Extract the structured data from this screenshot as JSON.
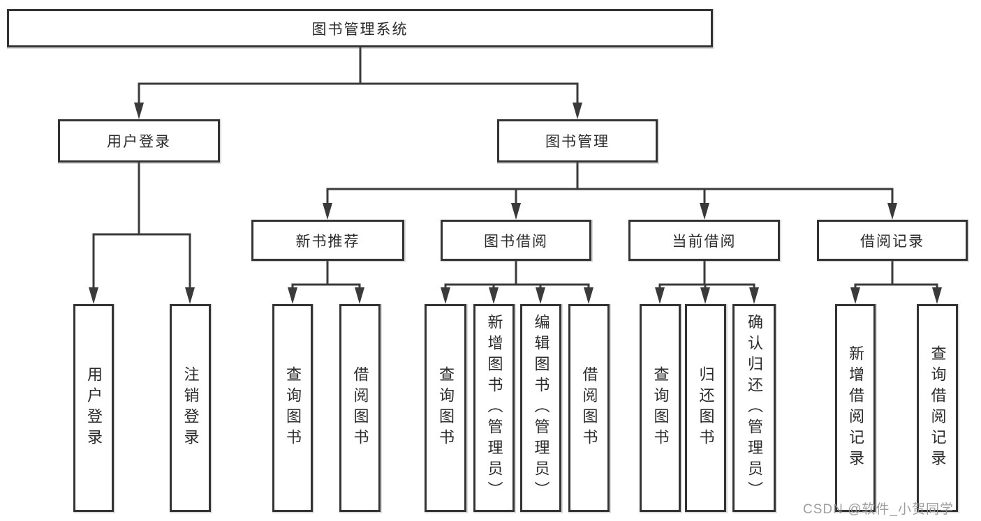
{
  "tree": {
    "root": "图书管理系统",
    "level2": [
      {
        "label": "用户登录",
        "children": [
          "用户登录",
          "注销登录"
        ]
      },
      {
        "label": "图书管理",
        "children": [
          {
            "label": "新书推荐",
            "children": [
              "查询图书",
              "借阅图书"
            ]
          },
          {
            "label": "图书借阅",
            "children": [
              "查询图书",
              "新增图书（管理员）",
              "编辑图书（管理员）",
              "借阅图书"
            ]
          },
          {
            "label": "当前借阅",
            "children": [
              "查询图书",
              "归还图书",
              "确认归还（管理员）"
            ]
          },
          {
            "label": "借阅记录",
            "children": [
              "新增借阅记录",
              "查询借阅记录"
            ]
          }
        ]
      }
    ]
  },
  "watermark": {
    "text": "CSDN @软件_小贺同学"
  },
  "colors": {
    "background": "#ffffff",
    "line": "#3a3a3a",
    "box_border": "#333333",
    "text": "#2b2b2b",
    "watermark": "#949494"
  }
}
